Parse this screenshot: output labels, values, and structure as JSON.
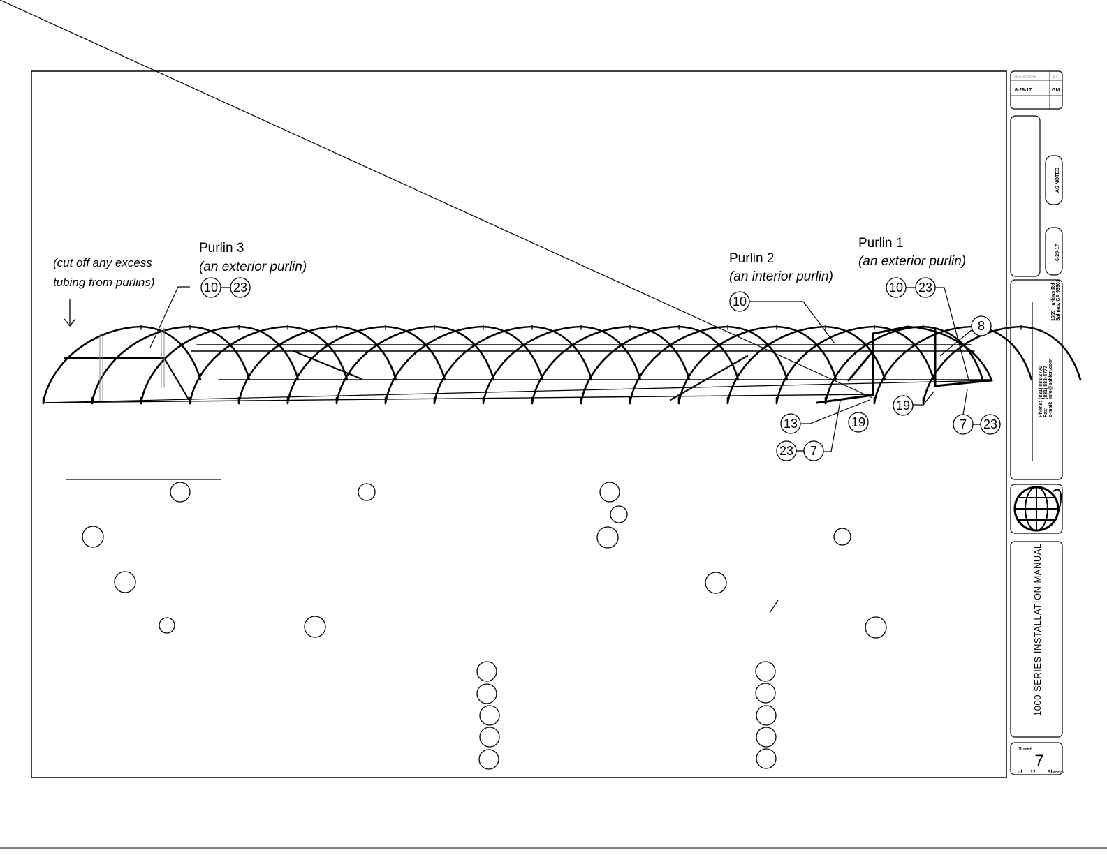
{
  "drawing": {
    "note": "(cut off any excess\ntubing from purlins)",
    "purlin3": {
      "title": "Purlin  3",
      "subtitle": "(an  exterior  purlin)"
    },
    "purlin2": {
      "title": "Purlin  2",
      "subtitle": "(an  interior  purlin)"
    },
    "purlin1": {
      "title": "Purlin  1",
      "subtitle": "(an  exterior  purlin)"
    },
    "callouts": {
      "p3_a": "10",
      "p3_b": "23",
      "p2": "10",
      "p1_a": "10",
      "p1_b": "23",
      "eight": "8",
      "nineteen_a": "19",
      "nineteen_b": "19",
      "thirteen": "13",
      "seven_a": "7",
      "twentythree_a": "23",
      "twentythree_b": "23",
      "seven_b": "7"
    }
  },
  "title_block": {
    "revisions_label": "REVISIONS",
    "by_label": "BY",
    "rev_date": "6-29-17",
    "rev_by": "GM",
    "scale": "AS NOTED",
    "date": "6-29-17",
    "address_line1": "1069 Harkins Rd",
    "address_line2": "Salinas, CA 93901",
    "phone_label": "Phone:",
    "phone": "(831) 883-2770",
    "fax_label": "Fax:",
    "fax": "(831) 883-4777",
    "email_label": "e-mail:",
    "email": "info@sahlen.com",
    "title": "1000  SERIES  INSTALLATION  MANUAL",
    "sheet_label": "Sheet",
    "sheet_number": "7",
    "of_label": "of",
    "of_total": "12",
    "sheets_label": "Sheets"
  }
}
